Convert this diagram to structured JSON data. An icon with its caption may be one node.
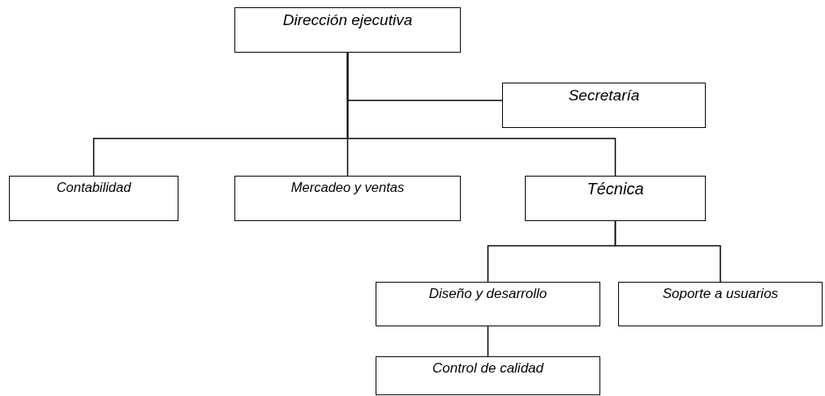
{
  "diagram": {
    "nodes": [
      {
        "text": [
          "Dirección ejecutiva"
        ]
      },
      {
        "text": [
          "Secretaría"
        ]
      },
      {
        "text": [
          "Contabilidad"
        ]
      },
      {
        "text": [
          "Mercadeo y ventas"
        ]
      },
      {
        "text": [
          "Técnica"
        ]
      },
      {
        "text": [
          "Diseño y desarrollo"
        ]
      },
      {
        "text": [
          "Soporte a usuarios"
        ]
      },
      {
        "text": [
          "Control de calidad"
        ]
      }
    ],
    "edges": [
      {
        "from": 0,
        "to": 1,
        "arrow": "none"
      },
      {
        "from": 0,
        "to": 2,
        "arrow": "none"
      },
      {
        "from": 0,
        "to": 3,
        "arrow": "none"
      },
      {
        "from": 0,
        "to": 4,
        "arrow": "none"
      },
      {
        "from": 4,
        "to": 5,
        "arrow": "none"
      },
      {
        "from": 4,
        "to": 6,
        "arrow": "none"
      },
      {
        "from": 5,
        "to": 7,
        "arrow": "none"
      }
    ]
  }
}
